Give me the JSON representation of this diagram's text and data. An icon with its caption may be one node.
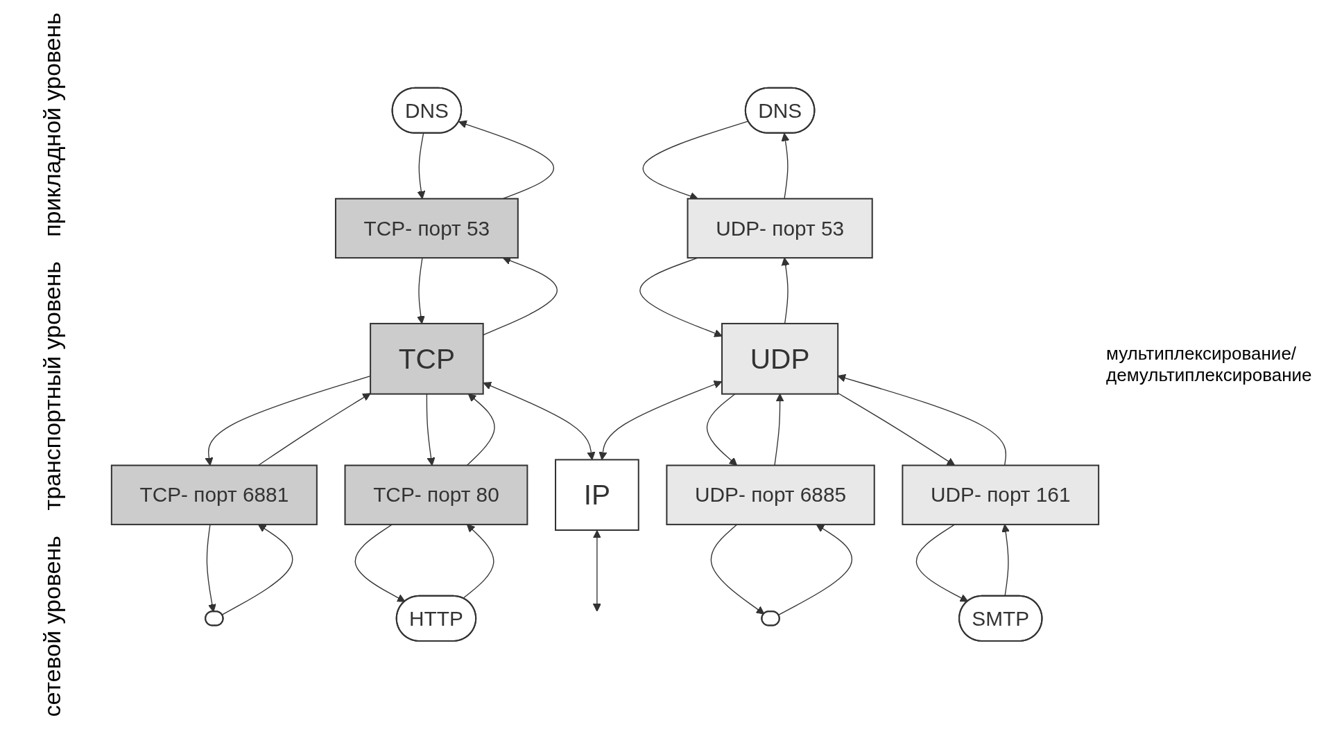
{
  "diagram": {
    "nodes": [
      {
        "text": [
          "DNS"
        ]
      },
      {
        "text": [],
        "shape": "ellipse"
      },
      {
        "text": [
          "HTTP"
        ]
      },
      {
        "text": [
          "DNS"
        ]
      },
      {
        "text": [],
        "shape": "ellipse"
      },
      {
        "text": [
          "SMTP"
        ]
      },
      {
        "text": [
          "TCP- порт 53"
        ]
      },
      {
        "text": [
          "TCP- порт 6881"
        ]
      },
      {
        "text": [
          "TCP- порт 80"
        ]
      },
      {
        "text": [
          "UDP- порт 53"
        ]
      },
      {
        "text": [
          "UDP- порт 6885"
        ]
      },
      {
        "text": [
          "UDP- порт 161"
        ]
      },
      {
        "text": [
          "TCP"
        ]
      },
      {
        "text": [
          "UDP"
        ]
      },
      {
        "text": [
          "IP"
        ]
      }
    ],
    "edges": [
      {
        "from": 0,
        "to": 6,
        "arrow": "to"
      },
      {
        "from": 6,
        "to": 0,
        "arrow": "to"
      },
      {
        "from": 1,
        "to": 7,
        "arrow": "to"
      },
      {
        "from": 7,
        "to": 1,
        "arrow": "to"
      },
      {
        "from": 2,
        "to": 8,
        "arrow": "to"
      },
      {
        "from": 8,
        "to": 2,
        "arrow": "to"
      },
      {
        "from": 3,
        "to": 9,
        "arrow": "to"
      },
      {
        "from": 9,
        "to": 3,
        "arrow": "to"
      },
      {
        "from": 4,
        "to": 10,
        "arrow": "to"
      },
      {
        "from": 10,
        "to": 4,
        "arrow": "to"
      },
      {
        "from": 5,
        "to": 11,
        "arrow": "to"
      },
      {
        "from": 11,
        "to": 5,
        "arrow": "to"
      },
      {
        "from": 6,
        "to": 12,
        "arrow": "to"
      },
      {
        "from": 12,
        "to": 6,
        "arrow": "to"
      },
      {
        "from": 7,
        "to": 12,
        "arrow": "to"
      },
      {
        "from": 12,
        "to": 7,
        "arrow": "to"
      },
      {
        "from": 8,
        "to": 12,
        "arrow": "to"
      },
      {
        "from": 12,
        "to": 8,
        "arrow": "to"
      },
      {
        "from": 9,
        "to": 13,
        "arrow": "to"
      },
      {
        "from": 13,
        "to": 9,
        "arrow": "to"
      },
      {
        "from": 10,
        "to": 13,
        "arrow": "to"
      },
      {
        "from": 13,
        "to": 10,
        "arrow": "to"
      },
      {
        "from": 11,
        "to": 13,
        "arrow": "to"
      },
      {
        "from": 13,
        "to": 11,
        "arrow": "to"
      },
      {
        "from": 12,
        "to": 14,
        "arrow": "both"
      },
      {
        "from": 13,
        "to": 14,
        "arrow": "both"
      },
      {
        "from": 14,
        "to": null,
        "arrow": "both"
      }
    ],
    "labels": [
      "прикладной уровень",
      "транспортный уровень",
      "мультиплексирование/ демультиплексирование",
      "сетевой уровень"
    ]
  }
}
